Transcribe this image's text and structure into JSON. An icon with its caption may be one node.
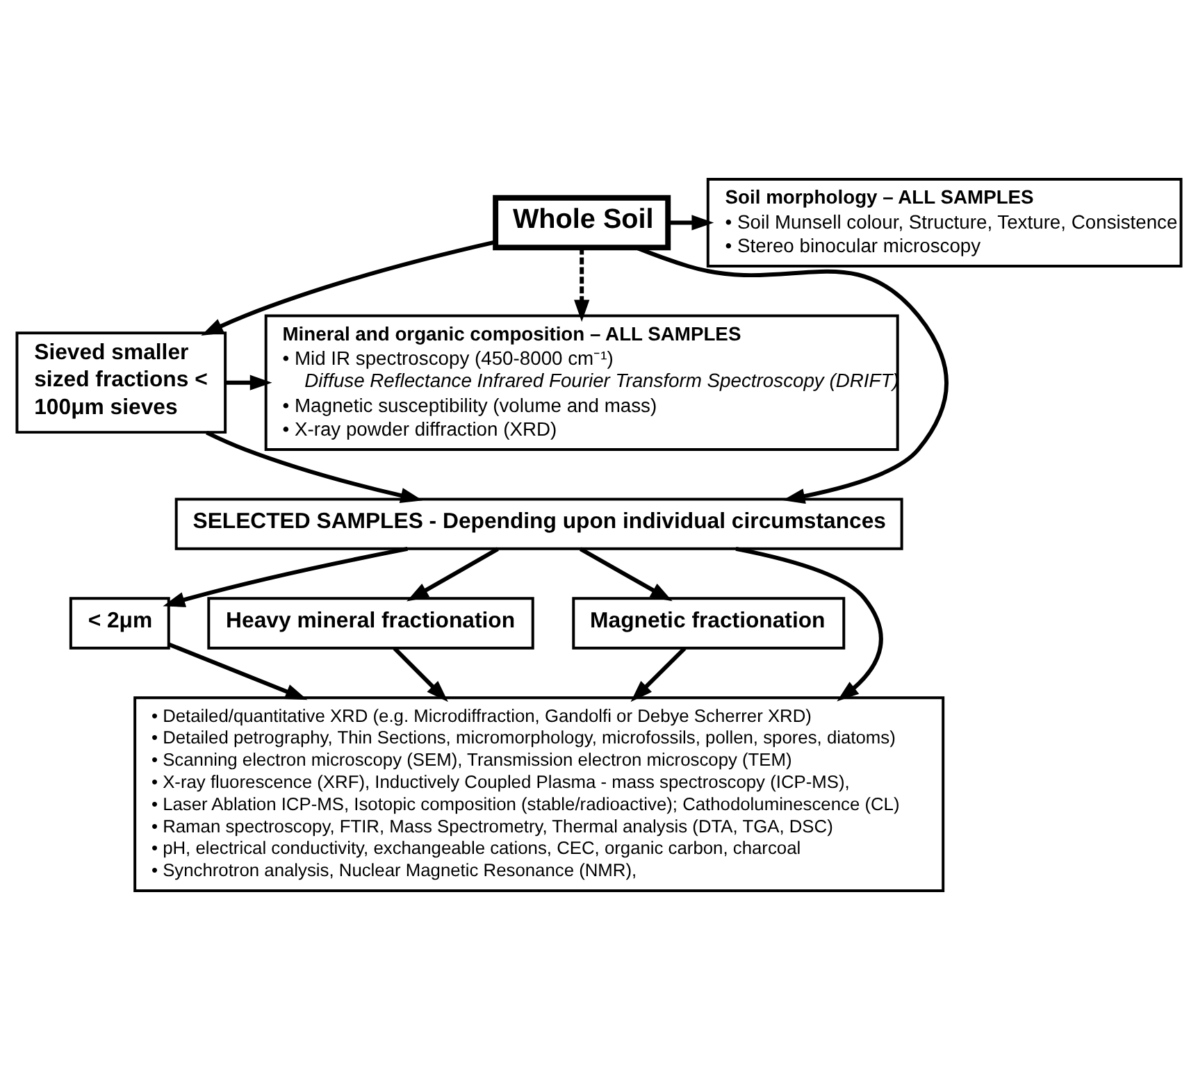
{
  "diagram": {
    "nodes": [
      {
        "text": [
          "Whole Soil"
        ]
      },
      {
        "text": [
          "Soil morphology – ALL SAMPLES",
          "• Soil Munsell colour, Structure, Texture, Consistence",
          "• Stereo binocular microscopy"
        ]
      },
      {
        "text": [
          "Sieved smaller sized fractions < 100μm sieves"
        ]
      },
      {
        "text": [
          "Mineral and organic composition – ALL SAMPLES",
          "• Mid IR spectroscopy (450-8000 cm⁻¹)",
          "Diffuse Reflectance Infrared Fourier Transform Spectroscopy (DRIFT)",
          "• Magnetic susceptibility (volume and mass)",
          "• X-ray powder diffraction (XRD)"
        ]
      },
      {
        "text": [
          "SELECTED SAMPLES - Depending upon individual circumstances"
        ]
      },
      {
        "text": [
          "< 2μm"
        ]
      },
      {
        "text": [
          "Heavy mineral fractionation"
        ]
      },
      {
        "text": [
          "Magnetic fractionation"
        ]
      },
      {
        "text": [
          "• Detailed/quantitative XRD (e.g. Microdiffraction, Gandolfi or Debye Scherrer XRD)",
          "• Detailed petrography, Thin Sections, micromorphology, microfossils, pollen, spores, diatoms)",
          "• Scanning electron microscopy (SEM), Transmission electron microscopy (TEM)",
          "• X-ray fluorescence (XRF), Inductively Coupled Plasma - mass spectroscopy (ICP-MS),",
          "• Laser Ablation ICP-MS, Isotopic composition (stable/radioactive); Cathodoluminescence (CL)",
          "• Raman spectroscopy, FTIR, Mass Spectrometry, Thermal analysis (DTA, TGA, DSC)",
          "• pH, electrical conductivity, exchangeable cations, CEC, organic carbon, charcoal",
          "• Synchrotron analysis, Nuclear Magnetic Resonance (NMR),"
        ]
      }
    ],
    "edges": [
      {
        "from": 0,
        "to": 1,
        "arrow": "to"
      },
      {
        "from": 0,
        "to": 3,
        "arrow": "to",
        "style": "dashed"
      },
      {
        "from": 0,
        "to": 2,
        "arrow": "to"
      },
      {
        "from": 0,
        "to": 4,
        "arrow": "to"
      },
      {
        "from": 2,
        "to": 3,
        "arrow": "to"
      },
      {
        "from": 2,
        "to": 4,
        "arrow": "to"
      },
      {
        "from": 4,
        "to": 5,
        "arrow": "to"
      },
      {
        "from": 4,
        "to": 6,
        "arrow": "to"
      },
      {
        "from": 4,
        "to": 7,
        "arrow": "to"
      },
      {
        "from": 4,
        "to": 8,
        "arrow": "to"
      },
      {
        "from": 5,
        "to": 8,
        "arrow": "to"
      },
      {
        "from": 6,
        "to": 8,
        "arrow": "to"
      },
      {
        "from": 7,
        "to": 8,
        "arrow": "to"
      }
    ]
  }
}
